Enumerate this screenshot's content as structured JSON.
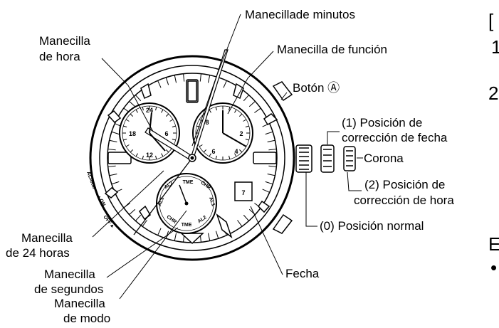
{
  "labels": {
    "minute_hand": "Manecillade minutos",
    "function_hand": "Manecilla de función",
    "hour_hand_1": "Manecilla",
    "hour_hand_2": "de hora",
    "button_a": "Botón Ⓐ",
    "pos1_1": "(1) Posición de",
    "pos1_2": "corrección de fecha",
    "crown": "Corona",
    "pos2_1": "(2) Posición de",
    "pos2_2": "corrección de hora",
    "pos0": "(0) Posición normal",
    "h24_1": "Manecilla",
    "h24_2": "de 24 horas",
    "sec_1": "Manecilla",
    "sec_2": "de segundos",
    "mode_1": "Manecilla",
    "mode_2": "de modo",
    "date": "Fecha"
  },
  "dial": {
    "left_sub": [
      "24",
      "6",
      "12",
      "18"
    ],
    "right_sub": [
      "8",
      "2",
      "6",
      "4"
    ],
    "mode_sub": [
      "TME",
      "CHR",
      "AL1",
      "AL2",
      "TME",
      "CHR",
      "AL1",
      "AL2"
    ],
    "date_window": "7",
    "alarm_text": "ALARM",
    "on_text": "▲ON",
    "off_text": "OFF▲"
  },
  "edge_marks": [
    "[",
    "1",
    "2",
    "E",
    "•"
  ]
}
